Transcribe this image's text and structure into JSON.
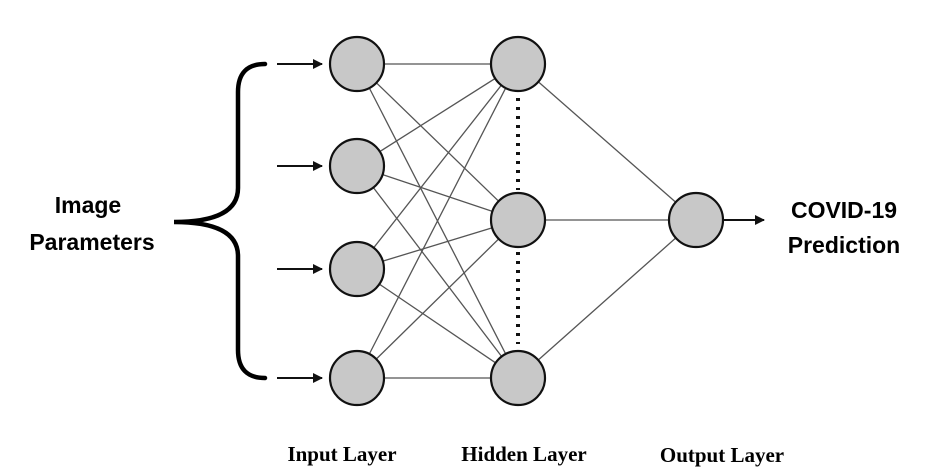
{
  "input_label": [
    "Image",
    "Parameters"
  ],
  "output_label": [
    "COVID-19",
    "Prediction"
  ],
  "layers": {
    "input": "Input Layer",
    "hidden": "Hidden Layer",
    "output": "Output Layer"
  },
  "network": {
    "input_nodes": 4,
    "hidden_nodes_shown": 3,
    "output_nodes": 1,
    "fully_connected": true
  },
  "colors": {
    "node_fill": "#c8c8c8",
    "node_stroke": "#111111",
    "edge": "#555555"
  }
}
